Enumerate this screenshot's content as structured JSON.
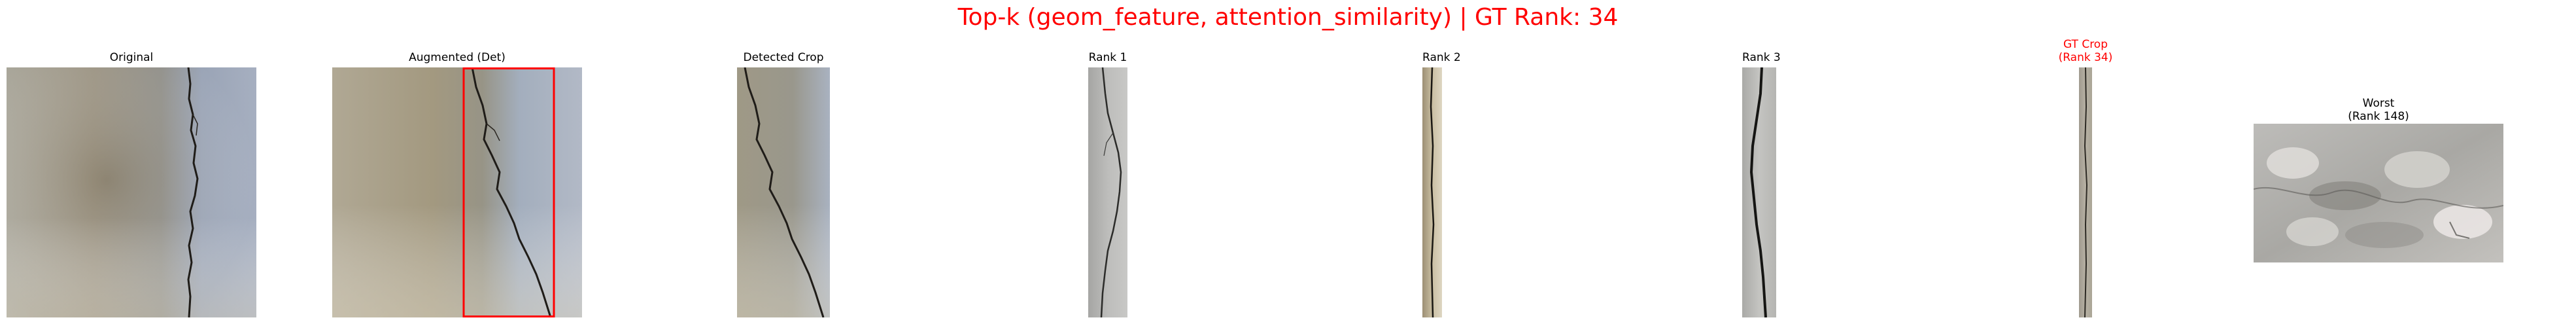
{
  "figure": {
    "title": "Top-k (geom_feature, attention_similarity) | GT Rank: 34",
    "title_color": "#ff0000"
  },
  "panels": [
    {
      "title_lines": [
        "Original"
      ],
      "title_color": "#000000",
      "image": "full-wall-crack-photo"
    },
    {
      "title_lines": [
        "Augmented (Det)"
      ],
      "title_color": "#000000",
      "image": "full-wall-crack-photo-with-detection-box",
      "box_color": "#ff0000"
    },
    {
      "title_lines": [
        "Detected Crop"
      ],
      "title_color": "#000000",
      "image": "cropped-crack-region"
    },
    {
      "title_lines": [
        "Rank 1"
      ],
      "title_color": "#000000",
      "image": "retrieved-crack-strip"
    },
    {
      "title_lines": [
        "Rank 2"
      ],
      "title_color": "#000000",
      "image": "retrieved-crack-strip"
    },
    {
      "title_lines": [
        "Rank 3"
      ],
      "title_color": "#000000",
      "image": "retrieved-crack-strip"
    },
    {
      "title_lines": [
        "GT Crop",
        "(Rank 34)"
      ],
      "title_color": "#ff0000",
      "image": "ground-truth-crack-strip"
    },
    {
      "title_lines": [
        "Worst",
        "(Rank 148)"
      ],
      "title_color": "#000000",
      "image": "worst-match-rough-surface"
    }
  ]
}
